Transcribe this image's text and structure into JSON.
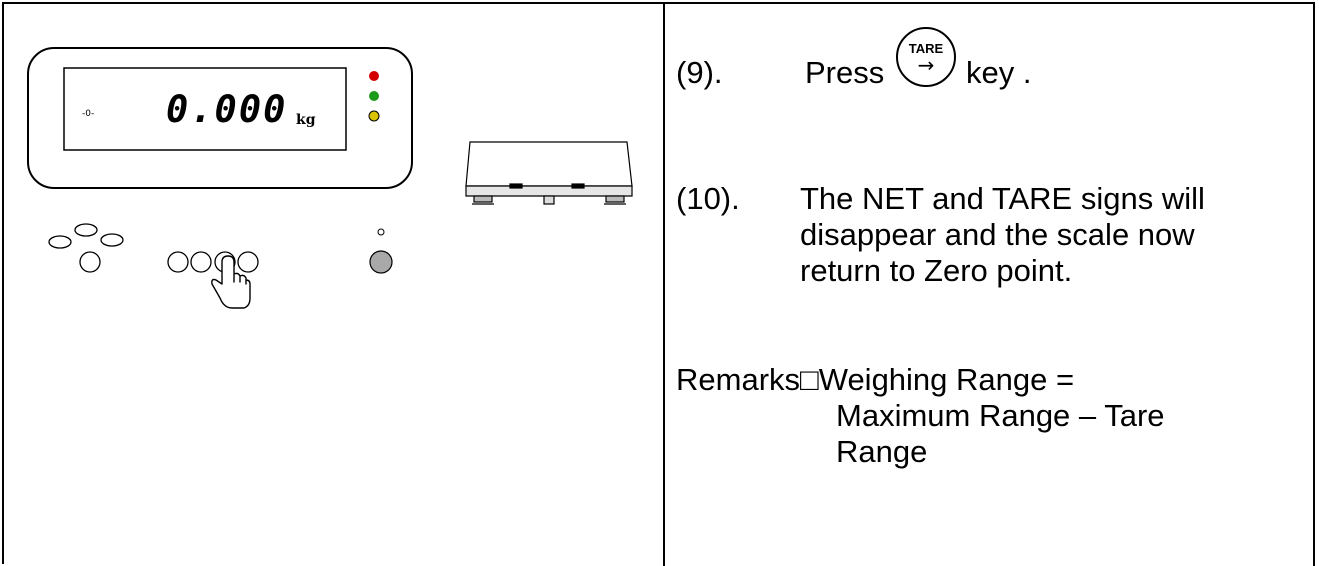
{
  "display": {
    "reading": "0.000",
    "unit": "kg",
    "zero_marker": "-0-"
  },
  "indicator_lights": {
    "colors": [
      "#d40000",
      "#1a9b1a",
      "#d8c400"
    ]
  },
  "icons": [
    "tare-arrow-icon",
    "pointing-hand-icon",
    "scale-platform-icon"
  ],
  "tare_key": {
    "label": "TARE",
    "arrow": "→"
  },
  "steps": [
    {
      "num": "(9).",
      "text_before": "Press",
      "text_after": "key ."
    },
    {
      "num": "(10).",
      "lines": [
        "The NET and TARE signs will",
        "disappear and the scale now",
        "return to Zero point."
      ]
    }
  ],
  "remarks": {
    "label": "Remarks□Weighing Range =",
    "lines": [
      "Maximum Range – Tare",
      "Range"
    ]
  }
}
